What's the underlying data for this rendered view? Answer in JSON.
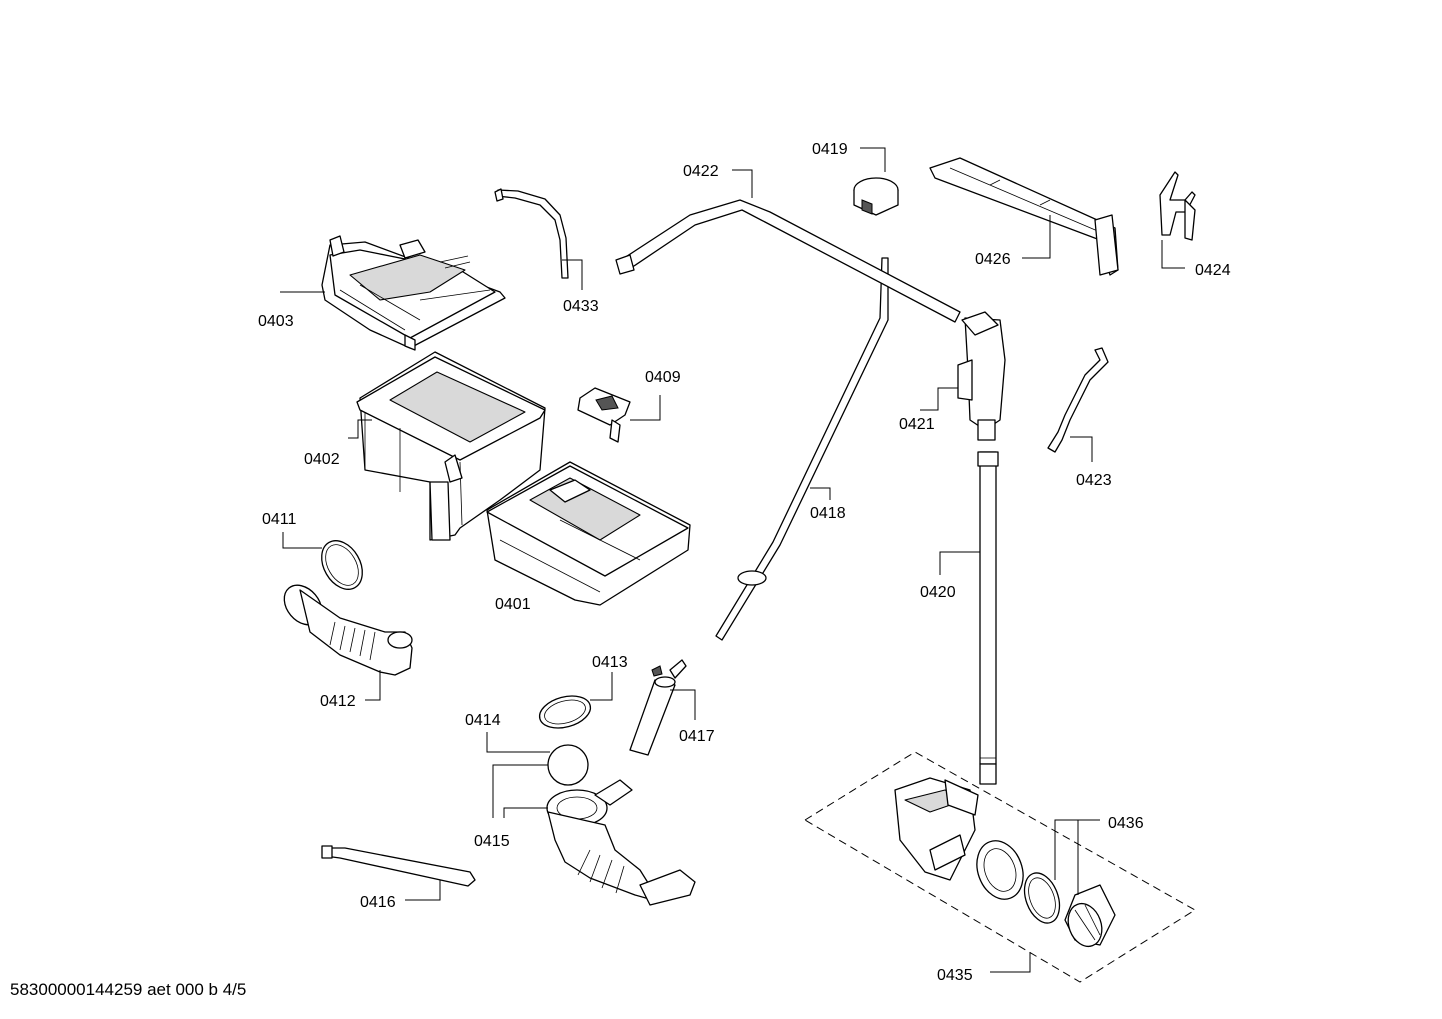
{
  "footer": "58300000144259 aet 000 b 4/5",
  "labels": {
    "p0401": "0401",
    "p0402": "0402",
    "p0403": "0403",
    "p0409": "0409",
    "p0411": "0411",
    "p0412": "0412",
    "p0413": "0413",
    "p0414": "0414",
    "p0415": "0415",
    "p0416": "0416",
    "p0417": "0417",
    "p0418": "0418",
    "p0419": "0419",
    "p0420": "0420",
    "p0421": "0421",
    "p0422": "0422",
    "p0423": "0423",
    "p0424": "0424",
    "p0426": "0426",
    "p0433": "0433",
    "p0435": "0435",
    "p0436": "0436"
  }
}
